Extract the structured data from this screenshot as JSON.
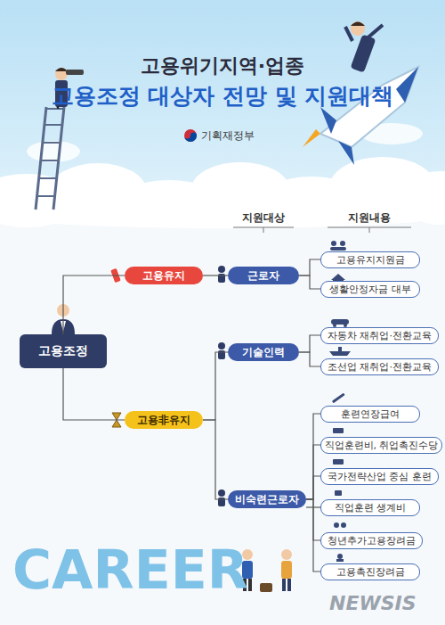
{
  "diagram": {
    "title": "고용위기지역·업종 고용조정 대상자 전망 및 지원대책",
    "nodes": [
      {
        "text": [
          "고용조정"
        ]
      },
      {
        "text": [
          "고용유지"
        ]
      },
      {
        "text": [
          "고용非유지"
        ]
      },
      {
        "text": [
          "근로자"
        ]
      },
      {
        "text": [
          "기술인력"
        ]
      },
      {
        "text": [
          "비숙련근로자"
        ]
      },
      {
        "text": [
          "고용유지지원금"
        ]
      },
      {
        "text": [
          "생활안정자금 대부"
        ]
      },
      {
        "text": [
          "자동차 재취업·전환교육"
        ]
      },
      {
        "text": [
          "조선업 재취업·전환교육"
        ]
      },
      {
        "text": [
          "훈련연장급여"
        ]
      },
      {
        "text": [
          "직업훈련비, 취업촉진수당"
        ]
      },
      {
        "text": [
          "국가전략산업 중심 훈련"
        ]
      },
      {
        "text": [
          "직업훈련 생계비"
        ]
      },
      {
        "text": [
          "청년추가고용장려금"
        ]
      },
      {
        "text": [
          "고용촉진장려금"
        ]
      }
    ],
    "edges": [
      {
        "from": 0,
        "to": 1,
        "arrow": "none"
      },
      {
        "from": 0,
        "to": 2,
        "arrow": "none"
      },
      {
        "from": 1,
        "to": 3,
        "arrow": "none"
      },
      {
        "from": 2,
        "to": 4,
        "arrow": "none"
      },
      {
        "from": 2,
        "to": 5,
        "arrow": "none"
      },
      {
        "from": 3,
        "to": 6,
        "arrow": "none"
      },
      {
        "from": 3,
        "to": 7,
        "arrow": "none"
      },
      {
        "from": 4,
        "to": 8,
        "arrow": "none"
      },
      {
        "from": 4,
        "to": 9,
        "arrow": "none"
      },
      {
        "from": 5,
        "to": 10,
        "arrow": "none"
      },
      {
        "from": 5,
        "to": 11,
        "arrow": "none"
      },
      {
        "from": 5,
        "to": 12,
        "arrow": "none"
      },
      {
        "from": 5,
        "to": 13,
        "arrow": "none"
      },
      {
        "from": 5,
        "to": 14,
        "arrow": "none"
      },
      {
        "from": 5,
        "to": 15,
        "arrow": "none"
      }
    ],
    "labels": [
      "기획재정부",
      "지원대상",
      "지원내용",
      "CAREER",
      "NEWSIS"
    ]
  }
}
